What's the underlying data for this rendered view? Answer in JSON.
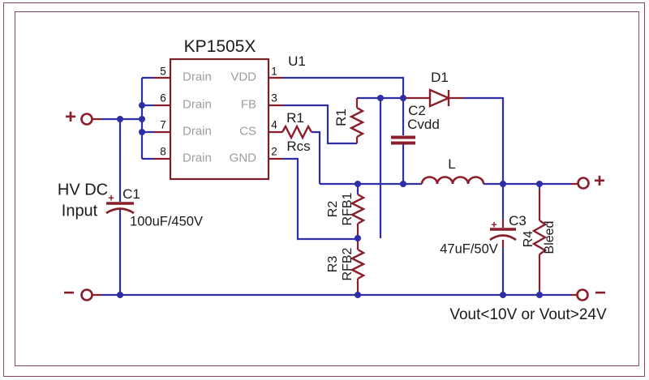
{
  "diagram": {
    "ic": {
      "title": "KP1505X",
      "ref": "U1",
      "left_pins": [
        {
          "num": "5",
          "label": "Drain"
        },
        {
          "num": "6",
          "label": "Drain"
        },
        {
          "num": "7",
          "label": "Drain"
        },
        {
          "num": "8",
          "label": "Drain"
        }
      ],
      "right_pins": [
        {
          "num": "1",
          "label": "VDD"
        },
        {
          "num": "3",
          "label": "FB"
        },
        {
          "num": "4",
          "label": "CS"
        },
        {
          "num": "2",
          "label": "GND"
        }
      ]
    },
    "input": {
      "line1": "HV DC",
      "line2": "Input",
      "plus": "+",
      "minus": "−"
    },
    "components": {
      "c1": {
        "ref": "C1",
        "value": "100uF/450V",
        "polarity": "+"
      },
      "rcs": {
        "ref": "R1",
        "name": "Rcs"
      },
      "r1v": {
        "ref": "R1"
      },
      "c2": {
        "ref": "C2",
        "name": "Cvdd"
      },
      "d1": {
        "ref": "D1"
      },
      "l": {
        "ref": "L"
      },
      "r2": {
        "ref": "R2",
        "name": "RFB1"
      },
      "r3": {
        "ref": "R3",
        "name": "RFB2"
      },
      "c3": {
        "ref": "C3",
        "value": "47uF/50V",
        "polarity": "+"
      },
      "r4": {
        "ref": "R4",
        "name": "Bleed"
      }
    },
    "output": {
      "plus": "+",
      "minus": "−",
      "note": "Vout<10V or Vout>24V"
    },
    "colors": {
      "wire": "#2e2ea6",
      "component": "#8a1f2b",
      "ic_border": "#7a1f26",
      "border": "#8d4752",
      "pin_label": "#9e9e9e"
    }
  }
}
